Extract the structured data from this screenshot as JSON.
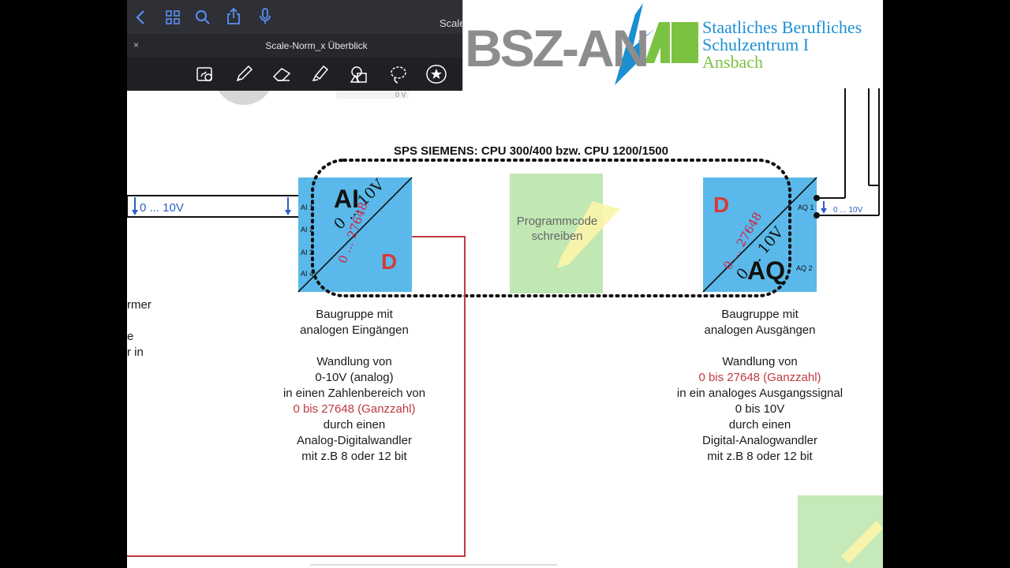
{
  "app": {
    "window_title": "Scale",
    "document_title": "Scale-Norm_x Überblick",
    "close_glyph": "×"
  },
  "toolbar": {
    "nav_icons": [
      "back-icon",
      "grid-icon",
      "search-icon",
      "share-icon",
      "microphone-icon"
    ],
    "tools": [
      "lasso-zoom-icon",
      "pen-icon",
      "eraser-icon",
      "highlighter-icon",
      "shapes-icon",
      "lasso-icon",
      "star-icon"
    ]
  },
  "logo": {
    "letters": "BSZ-AN",
    "school_line1": "Staatliches Berufliches",
    "school_line2": "Schulzentrum I",
    "school_line3": "Ansbach"
  },
  "diagram": {
    "title": "SPS SIEMENS:  CPU 300/400 bzw. CPU 1200/1500",
    "left_signal": "0 ... 10V",
    "right_signal": "0 ... 10V",
    "faded_label": "0 V",
    "ai_module": {
      "big_label": "AI",
      "d_label": "D",
      "handwritten_top": "0 ... 10V",
      "handwritten_bottom": "0 ... 27648",
      "channels": [
        "AI 1",
        "AI 2",
        "AI 3",
        "AI 4"
      ]
    },
    "aq_module": {
      "big_label": "AQ",
      "d_label": "D",
      "handwritten_top": "0 ... 27648",
      "handwritten_bottom": "0 ... 10V",
      "channels": [
        "AQ 1",
        "AQ 2"
      ]
    },
    "program": {
      "line1": "Programmcode",
      "line2": "schreiben"
    },
    "left_cut_text": [
      "rmer",
      "e",
      "r in"
    ],
    "ai_caption": {
      "line1": "Baugruppe mit",
      "line2": "analogen Eingängen",
      "l3": "Wandlung von",
      "l4": "0-10V (analog)",
      "l5": "in einen Zahlenbereich von",
      "l6": "0 bis 27648 (Ganzzahl)",
      "l7": "durch einen",
      "l8": "Analog-Digitalwandler",
      "l9": "mit z.B 8 oder 12 bit"
    },
    "aq_caption": {
      "line1": "Baugruppe mit",
      "line2": "analogen Ausgängen",
      "l3": "Wandlung von",
      "l4": "0 bis 27648 (Ganzzahl)",
      "l5": "in ein analoges Ausgangssignal",
      "l6": "0 bis 10V",
      "l7": "durch einen",
      "l8": "Digital-Analogwandler",
      "l9": "mit z.B 8 oder 12 bit"
    }
  },
  "colors": {
    "module_blue": "#5ab9ea",
    "accent_red": "#c0393f",
    "program_green": "#b6e3a6",
    "logo_blue": "#1b8fd1",
    "logo_green": "#7cc242"
  }
}
